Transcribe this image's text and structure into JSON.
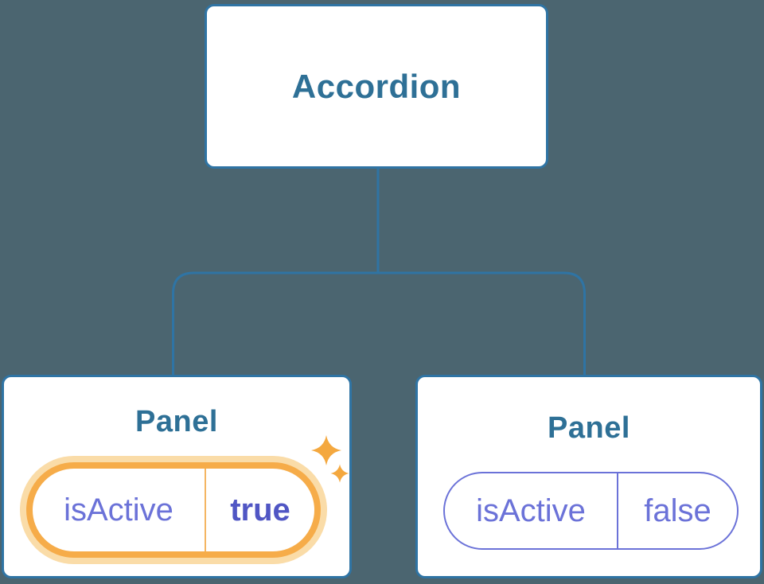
{
  "colors": {
    "background": "#4B6570",
    "line-blue": "#2F74A4",
    "heading-blue": "#2E7096",
    "purple": "#6B72D8",
    "purple-dark": "#5056C4",
    "orange": "#F6AC49",
    "orange-glow": "#FADCA8",
    "orange-divider": "#F4B562",
    "star-orange": "#F4A83F",
    "node-fill": "#FFFFFF"
  },
  "tree": {
    "root": {
      "label": "Accordion"
    },
    "panels": [
      {
        "title": "Panel",
        "state": {
          "key": "isActive",
          "value": "true"
        },
        "highlighted": true
      },
      {
        "title": "Panel",
        "state": {
          "key": "isActive",
          "value": "false"
        },
        "highlighted": false
      }
    ]
  }
}
